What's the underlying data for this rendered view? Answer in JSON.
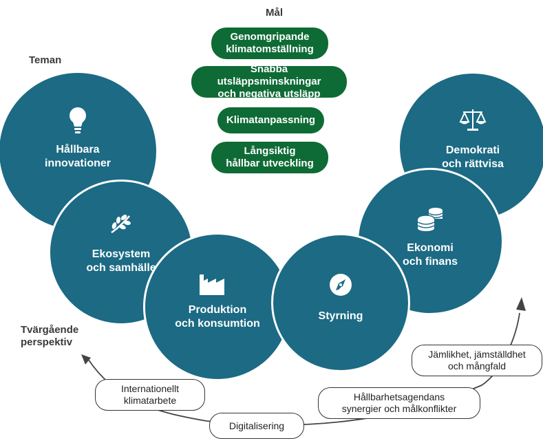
{
  "headings": {
    "goals": "Mål",
    "themes": "Teman",
    "cross_line1": "Tvärgående",
    "cross_line2": "perspektiv"
  },
  "goals": [
    {
      "line1": "Genomgripande",
      "line2": "klimatomställning"
    },
    {
      "line1": "Snabba utsläppsminskningar",
      "line2": "och negativa utsläpp"
    },
    {
      "line1": "Klimatanpassning",
      "line2": ""
    },
    {
      "line1": "Långsiktig",
      "line2": "hållbar utveckling"
    }
  ],
  "themes": [
    {
      "line1": "Hållbara",
      "line2": "innovationer",
      "icon": "lightbulb-icon"
    },
    {
      "line1": "Ekosystem",
      "line2": "och samhälle",
      "icon": "leaf-icon"
    },
    {
      "line1": "Produktion",
      "line2": "och konsumtion",
      "icon": "factory-icon"
    },
    {
      "line1": "Styrning",
      "line2": "",
      "icon": "compass-icon"
    },
    {
      "line1": "Ekonomi",
      "line2": "och finans",
      "icon": "coins-icon"
    },
    {
      "line1": "Demokrati",
      "line2": "och rättvisa",
      "icon": "scales-icon"
    }
  ],
  "perspectives": [
    {
      "line1": "Internationellt",
      "line2": "klimatarbete"
    },
    {
      "line1": "Digitalisering",
      "line2": ""
    },
    {
      "line1": "Hållbarhetsagendans",
      "line2": "synergier och målkonflikter"
    },
    {
      "line1": "Jämlikhet, jämställdhet",
      "line2": "och mångfald"
    }
  ],
  "colors": {
    "goal_green": "#0f6b35",
    "theme_blue": "#1c6a84"
  }
}
